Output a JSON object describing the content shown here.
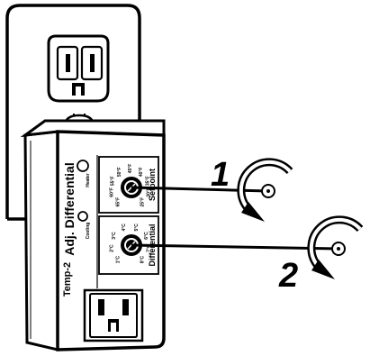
{
  "device": {
    "brand": "Temp-2",
    "title": "Adj. Differential",
    "heater_led_label": "Heater",
    "cooling_led_label": "Cooling",
    "knobs": [
      {
        "name": "setpoint",
        "label": "Setpoint",
        "marker": "1",
        "scale": [
          "65°F",
          "60°F",
          "55°F",
          "50°F",
          "45°F",
          "40°F",
          "35°F",
          "30°F",
          "25°F"
        ]
      },
      {
        "name": "differential",
        "label": "Differential",
        "marker": "2",
        "scale": [
          "1°C",
          "2°C",
          "3°C",
          "4°C",
          "5°C",
          "6°C",
          "7°C",
          "8°C"
        ]
      }
    ]
  },
  "colors": {
    "line": "#000000",
    "background": "#ffffff"
  },
  "icons": [
    "wall-outlet-icon",
    "device-outlet-icon",
    "rotate-clockwise-icon",
    "rotate-clockwise-icon"
  ]
}
